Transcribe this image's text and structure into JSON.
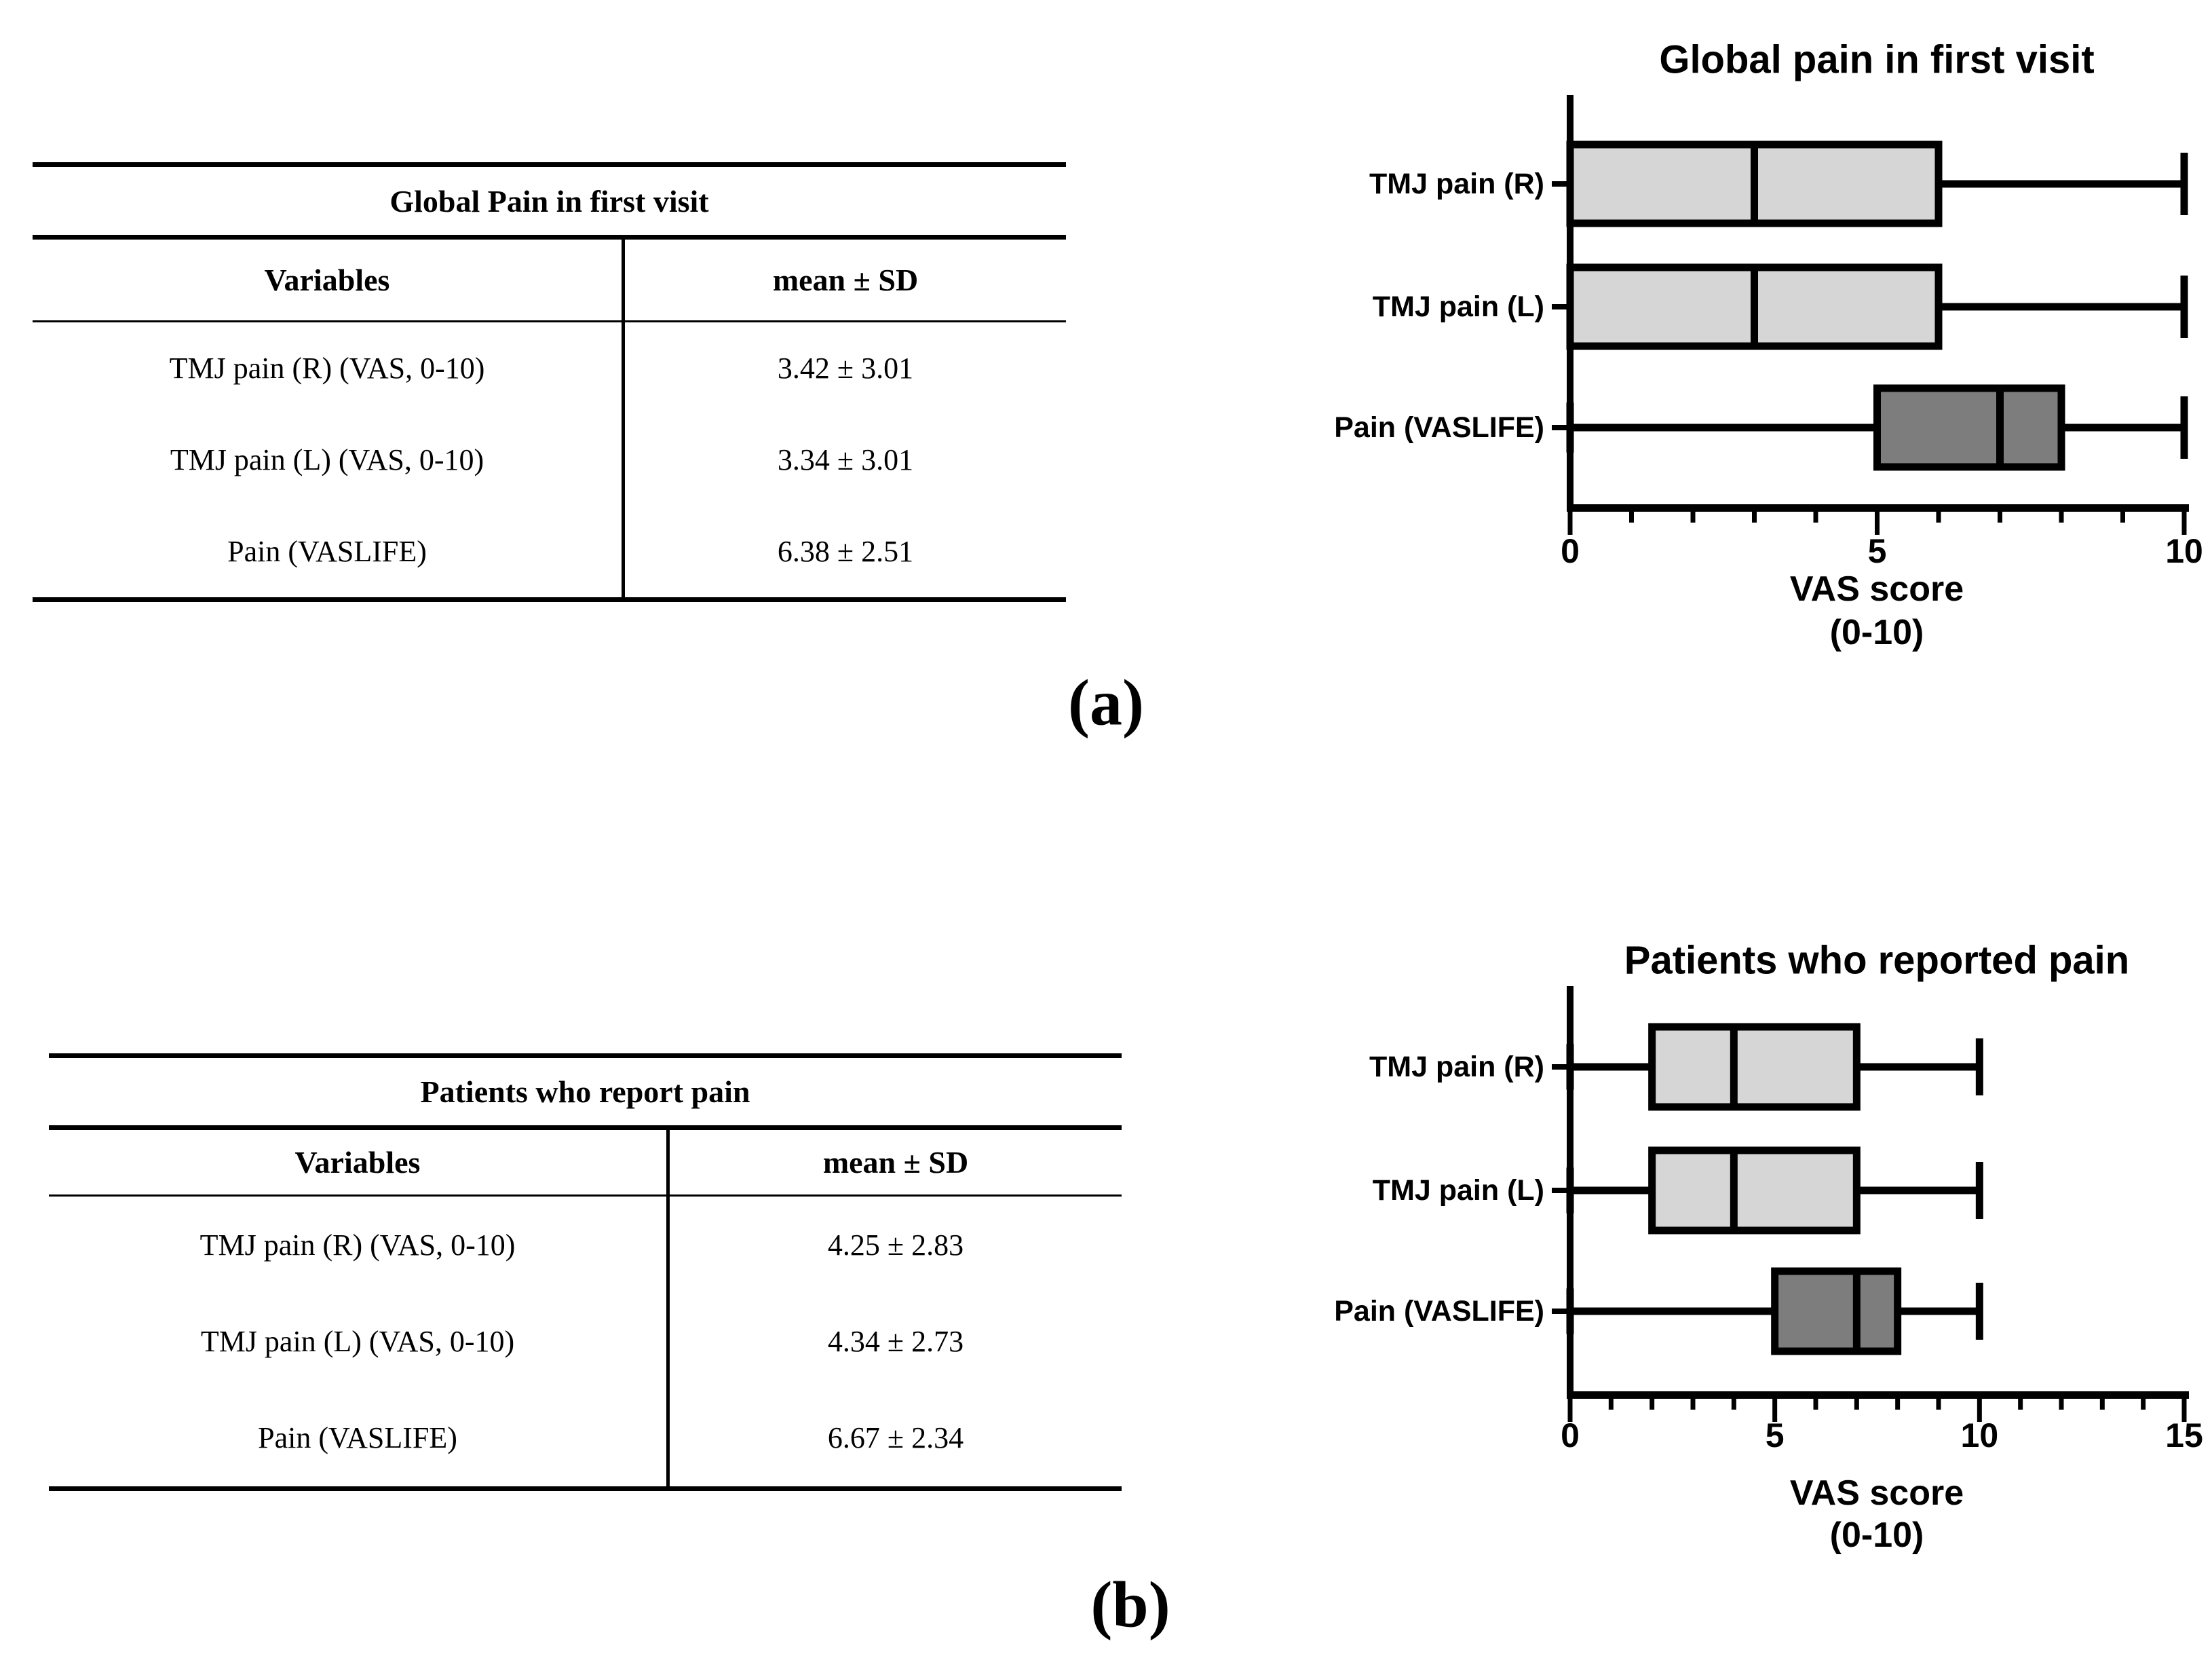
{
  "panels": [
    {
      "label": "(a)",
      "table": {
        "title": "Global Pain in first visit",
        "headers": [
          "Variables",
          "mean ± SD"
        ],
        "rows": [
          {
            "variable": "TMJ pain (R) (VAS, 0-10)",
            "value": "3.42 ± 3.01"
          },
          {
            "variable": "TMJ pain (L) (VAS, 0-10)",
            "value": "3.34 ± 3.01"
          },
          {
            "variable": "Pain (VASLIFE)",
            "value": "6.38 ± 2.51"
          }
        ]
      }
    },
    {
      "label": "(b)",
      "table": {
        "title": "Patients who report pain",
        "headers": [
          "Variables",
          "mean ± SD"
        ],
        "rows": [
          {
            "variable": "TMJ pain (R) (VAS, 0-10)",
            "value": "4.25 ± 2.83"
          },
          {
            "variable": "TMJ pain (L) (VAS, 0-10)",
            "value": "4.34 ± 2.73"
          },
          {
            "variable": "Pain (VASLIFE)",
            "value": "6.67 ± 2.34"
          }
        ]
      }
    }
  ],
  "chart_data": [
    {
      "type": "boxplot",
      "orientation": "horizontal",
      "title": "Global pain in first visit",
      "xlabel": [
        "VAS score",
        "(0-10)"
      ],
      "xlim": [
        0,
        10
      ],
      "xticks": [
        0,
        5,
        10
      ],
      "minor_tick_step": 1,
      "grid": false,
      "categories": [
        "TMJ pain (R)",
        "TMJ pain (L)",
        "Pain (VASLIFE)"
      ],
      "series": [
        {
          "name": "TMJ pain (R)",
          "whisker_low": 0,
          "q1": 0,
          "median": 3,
          "q3": 6,
          "whisker_high": 10,
          "fill": "#d6d6d6"
        },
        {
          "name": "TMJ pain (L)",
          "whisker_low": 0,
          "q1": 0,
          "median": 3,
          "q3": 6,
          "whisker_high": 10,
          "fill": "#d6d6d6"
        },
        {
          "name": "Pain (VASLIFE)",
          "whisker_low": 0,
          "q1": 5,
          "median": 7,
          "q3": 8,
          "whisker_high": 10,
          "fill": "#7d7d7d"
        }
      ],
      "line_color": "#000000"
    },
    {
      "type": "boxplot",
      "orientation": "horizontal",
      "title": "Patients who reported pain",
      "xlabel": [
        "VAS score",
        "(0-10)"
      ],
      "xlim": [
        0,
        15
      ],
      "xticks": [
        0,
        5,
        10,
        15
      ],
      "minor_tick_step": 1,
      "grid": false,
      "categories": [
        "TMJ pain (R)",
        "TMJ pain (L)",
        "Pain (VASLIFE)"
      ],
      "series": [
        {
          "name": "TMJ pain (R)",
          "whisker_low": 0,
          "q1": 2,
          "median": 4,
          "q3": 7,
          "whisker_high": 10,
          "fill": "#d6d6d6"
        },
        {
          "name": "TMJ pain (L)",
          "whisker_low": 0,
          "q1": 2,
          "median": 4,
          "q3": 7,
          "whisker_high": 10,
          "fill": "#d6d6d6"
        },
        {
          "name": "Pain (VASLIFE)",
          "whisker_low": 0,
          "q1": 5,
          "median": 7,
          "q3": 8,
          "whisker_high": 10,
          "fill": "#7d7d7d"
        }
      ],
      "line_color": "#000000"
    }
  ]
}
